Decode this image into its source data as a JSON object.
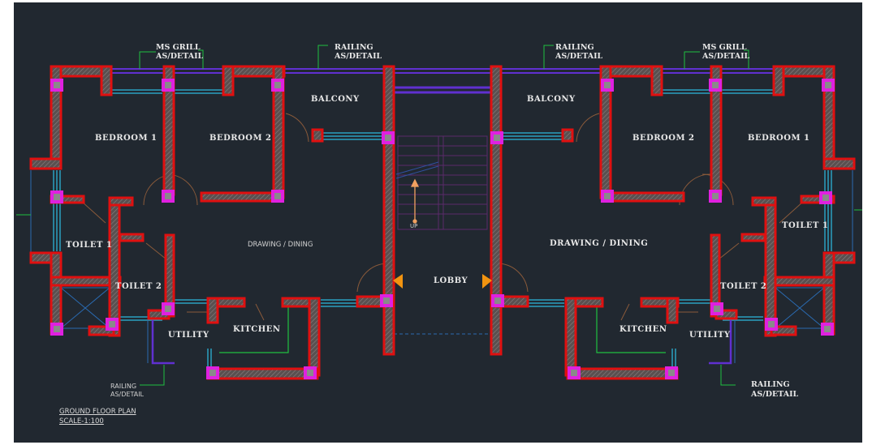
{
  "drawing": {
    "title": "GROUND FLOOR PLAN",
    "scale": "SCALE-1:100",
    "colors": {
      "background": "#212830",
      "wall": "#e01010",
      "wall_hatch": "#6a6a6a",
      "column": "#e020e0",
      "window": "#2aa0c0",
      "railing": "#6030d0",
      "leader": "#20c040",
      "door_swing": "#8a5a3a",
      "stair_arrow": "#f0a060",
      "lobby_marker": "#f29410"
    }
  },
  "left_unit": {
    "rooms": {
      "bedroom1": "BEDROOM  1",
      "bedroom2": "BEDROOM  2",
      "balcony": "BALCONY",
      "drawing_dining": "DRAWING / DINING",
      "toilet1": "TOILET  1",
      "toilet2": "TOILET  2",
      "utility": "UTILITY",
      "kitchen": "KITCHEN"
    },
    "notes": {
      "ms_grill_1": "MS  GRILL",
      "ms_grill_2": "AS/DETAIL",
      "railing_top_1": "RAILING",
      "railing_top_2": "AS/DETAIL",
      "railing_bottom_1": "RAILING",
      "railing_bottom_2": "AS/DETAIL"
    }
  },
  "right_unit": {
    "rooms": {
      "bedroom1": "BEDROOM  1",
      "bedroom2": "BEDROOM  2",
      "balcony": "BALCONY",
      "drawing_dining": "DRAWING  /  DINING",
      "toilet1": "TOILET  1",
      "toilet2": "TOILET  2",
      "utility": "UTILITY",
      "kitchen": "KITCHEN"
    },
    "notes": {
      "ms_grill_1": "MS  GRILL",
      "ms_grill_2": "AS/DETAIL",
      "railing_top_1": "RAILING",
      "railing_top_2": "AS/DETAIL",
      "railing_bottom_1": "RAILING",
      "railing_bottom_2": "AS/DETAIL"
    }
  },
  "core": {
    "lobby": "LOBBY",
    "stair_label": "UP"
  }
}
